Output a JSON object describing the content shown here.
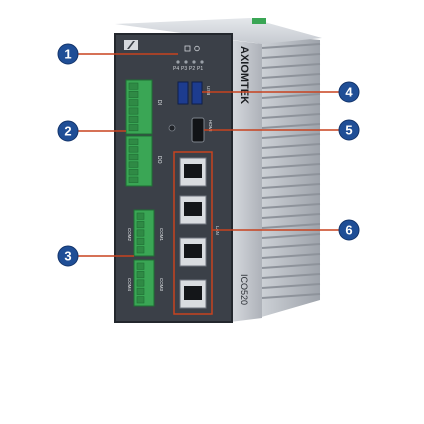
{
  "device": {
    "brand": "AXIOMTEK",
    "model": "ICO520",
    "power_labels": [
      "P4",
      "P3",
      "P2",
      "P1"
    ],
    "port_labels": {
      "di": "DI",
      "do": "DO",
      "com2": "COM2",
      "com1": "COM1",
      "com4": "COM4",
      "com3": "COM3",
      "usb": "USB",
      "hdmi": "HDMI",
      "lan": "LAN"
    }
  },
  "callouts": [
    {
      "number": "1"
    },
    {
      "number": "2"
    },
    {
      "number": "3"
    },
    {
      "number": "4"
    },
    {
      "number": "5"
    },
    {
      "number": "6"
    }
  ],
  "colors": {
    "callout_fill": "#1f4e96",
    "callout_line": "#c8421f",
    "terminal_green": "#3aa655",
    "panel_dark": "#3b4048",
    "heatsink": "#b9bdc4"
  }
}
